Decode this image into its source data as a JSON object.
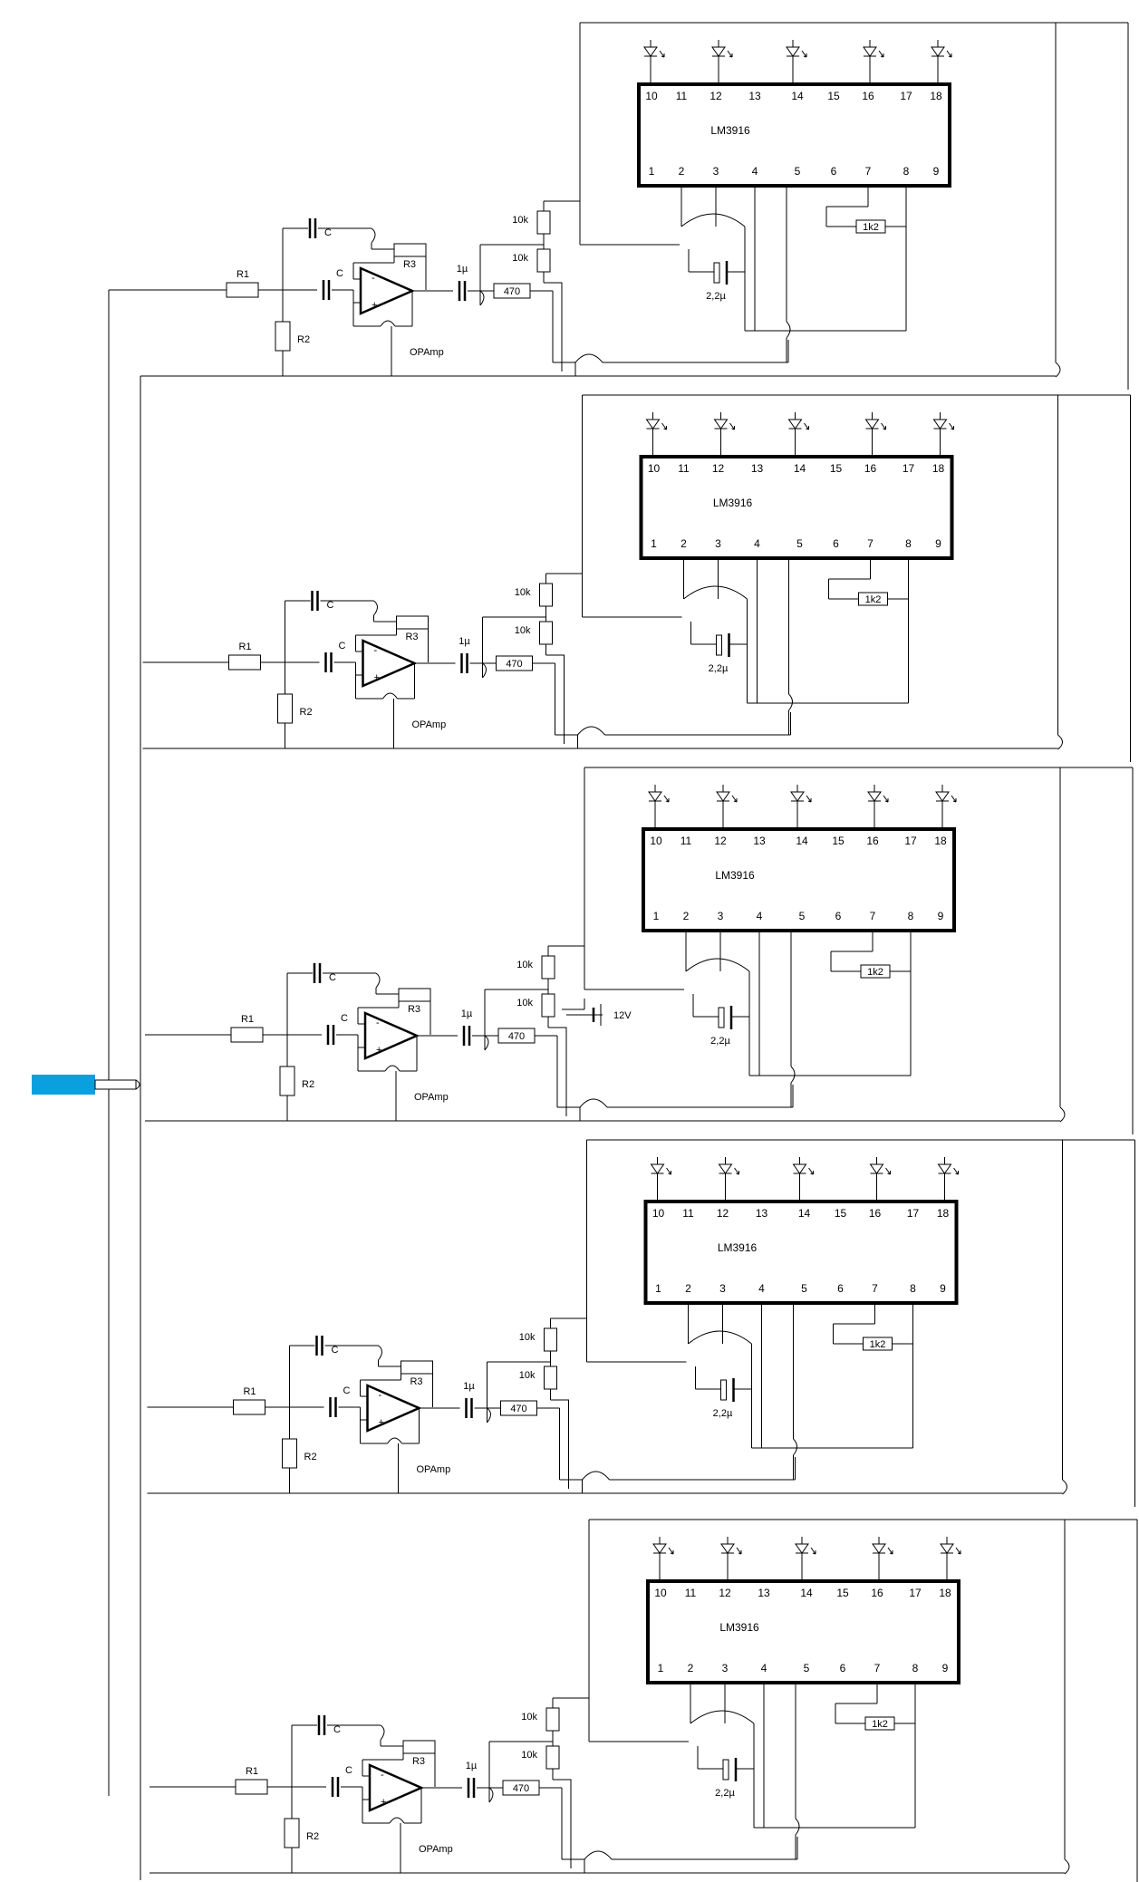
{
  "labels": {
    "ic": "LM3916",
    "opamp": "OPAmp",
    "r1": "R1",
    "r2": "R2",
    "r3": "R3",
    "cap": "C",
    "coupling_cap": "1µ",
    "series_res": "470",
    "divider_top": "10k",
    "divider_bottom": "10k",
    "timing_cap": "2,2µ",
    "ref_res": "1k2",
    "minus": "-",
    "plus": "+",
    "supply": "12V"
  },
  "ic_pins_top": [
    "10",
    "11",
    "12",
    "13",
    "14",
    "15",
    "16",
    "17",
    "18"
  ],
  "ic_pins_bottom": [
    "1",
    "2",
    "3",
    "4",
    "5",
    "6",
    "7",
    "8",
    "9"
  ],
  "stages": [
    {
      "id": "stage-1",
      "has_supply": false
    },
    {
      "id": "stage-2",
      "has_supply": false
    },
    {
      "id": "stage-3",
      "has_supply": true
    },
    {
      "id": "stage-4",
      "has_supply": false
    },
    {
      "id": "stage-5",
      "has_supply": false
    }
  ],
  "colors": {
    "wire": "#000000",
    "input_jack": "#0aa0e0"
  },
  "icons": {
    "led": "led-icon",
    "input": "audio-jack-icon"
  }
}
